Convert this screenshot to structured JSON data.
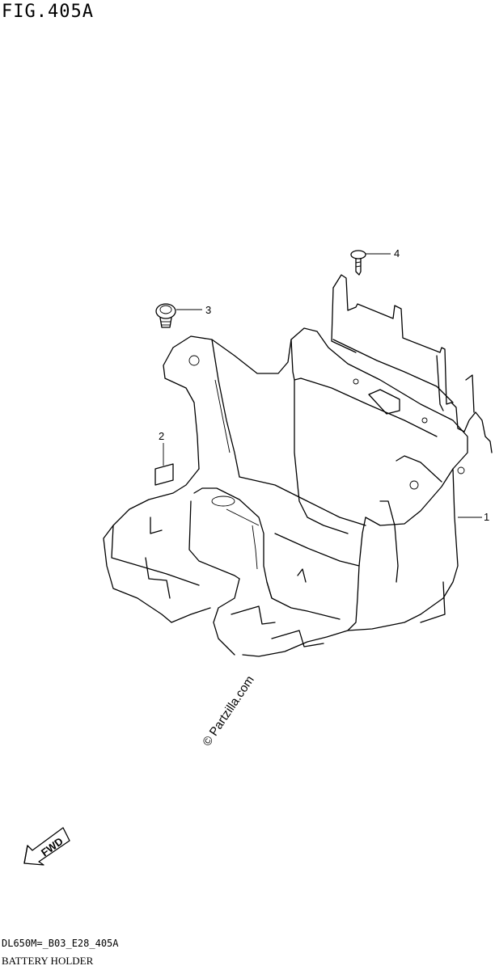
{
  "header": {
    "figure_title": "FIG.405A"
  },
  "diagram": {
    "callouts": [
      {
        "id": "callout-1",
        "label": "1"
      },
      {
        "id": "callout-2",
        "label": "2"
      },
      {
        "id": "callout-3",
        "label": "3"
      },
      {
        "id": "callout-4",
        "label": "4"
      }
    ],
    "watermark": "© Partzilla.com",
    "fwd_label": "FWD"
  },
  "footer": {
    "model_code": "DL650M=_B03_E28_405A",
    "caption": "BATTERY HOLDER"
  }
}
